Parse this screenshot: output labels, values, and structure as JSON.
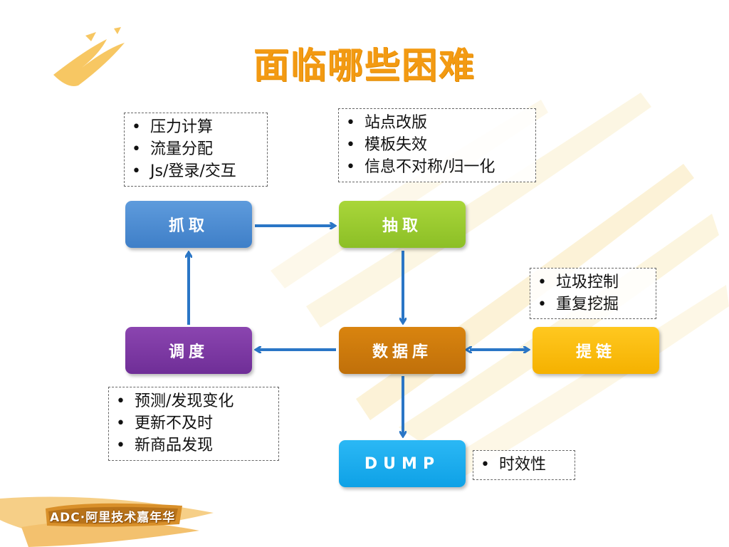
{
  "slide": {
    "title": "面临哪些困难",
    "title_color": "#f39a12"
  },
  "nodes": {
    "crawl": "抓取",
    "extract": "抽取",
    "database": "数据库",
    "schedule": "调度",
    "link": "提链",
    "dump": "DUMP"
  },
  "node_colors": {
    "crawl": "#4a8bd2",
    "extract": "#99c930",
    "database": "#c87a0c",
    "schedule": "#7a37a0",
    "link": "#fbbc10",
    "dump": "#18aaee"
  },
  "notes": {
    "crawl": [
      "压力计算",
      "流量分配",
      "Js/登录/交互"
    ],
    "extract": [
      "站点改版",
      "模板失效",
      "信息不对称/归一化"
    ],
    "link": [
      "垃圾控制",
      "重复挖掘"
    ],
    "schedule": [
      "预测/发现变化",
      "更新不及时",
      "新商品发现"
    ],
    "dump": [
      "时效性"
    ]
  },
  "bullet": "•",
  "logo": {
    "text": "ADC·阿里技术嘉年华"
  },
  "arrow_color": "#2a76c6"
}
